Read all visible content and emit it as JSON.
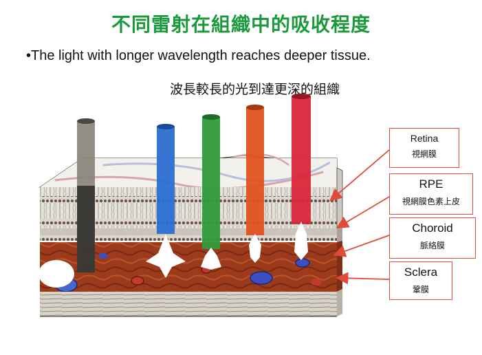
{
  "title": "不同雷射在組織中的吸收程度",
  "bullet": "•The light with longer wavelength reaches deeper tissue.",
  "subtitle": "波長較長的光到達更深的組織",
  "colors": {
    "title": "#1a9a3a",
    "label_border": "#e04a3a",
    "arrow": "#e04a3a"
  },
  "beams": [
    {
      "name": "gray-beam",
      "color": "#8a8478"
    },
    {
      "name": "blue-beam",
      "color": "#2b6fd1"
    },
    {
      "name": "green-beam",
      "color": "#2f9a3a"
    },
    {
      "name": "orange-beam",
      "color": "#e0521f"
    },
    {
      "name": "red-beam",
      "color": "#d8263a"
    }
  ],
  "layers": [
    {
      "en": "Retina",
      "zh": "視網膜"
    },
    {
      "en": "RPE",
      "zh": "視網膜色素上皮"
    },
    {
      "en": "Choroid",
      "zh": "脈絡膜"
    },
    {
      "en": "Sclera",
      "zh": "鞏膜"
    }
  ]
}
